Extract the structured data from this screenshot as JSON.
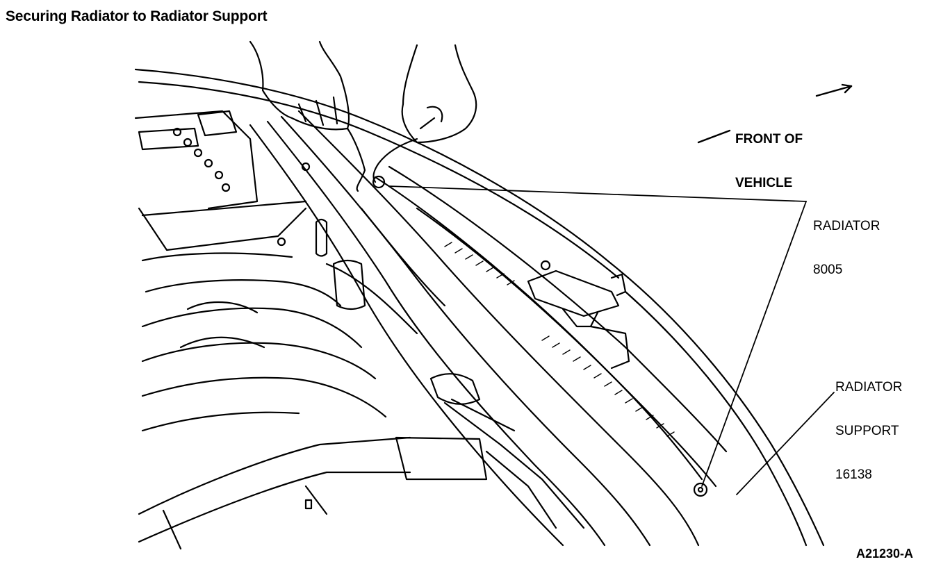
{
  "title": "Securing Radiator to Radiator Support",
  "labels": {
    "front_line1": "FRONT OF",
    "front_line2": "VEHICLE",
    "radiator_name": "RADIATOR",
    "radiator_code": "8005",
    "support_name_line1": "RADIATOR",
    "support_name_line2": "SUPPORT",
    "support_code": "16138"
  },
  "figure_code": "A21230-A"
}
